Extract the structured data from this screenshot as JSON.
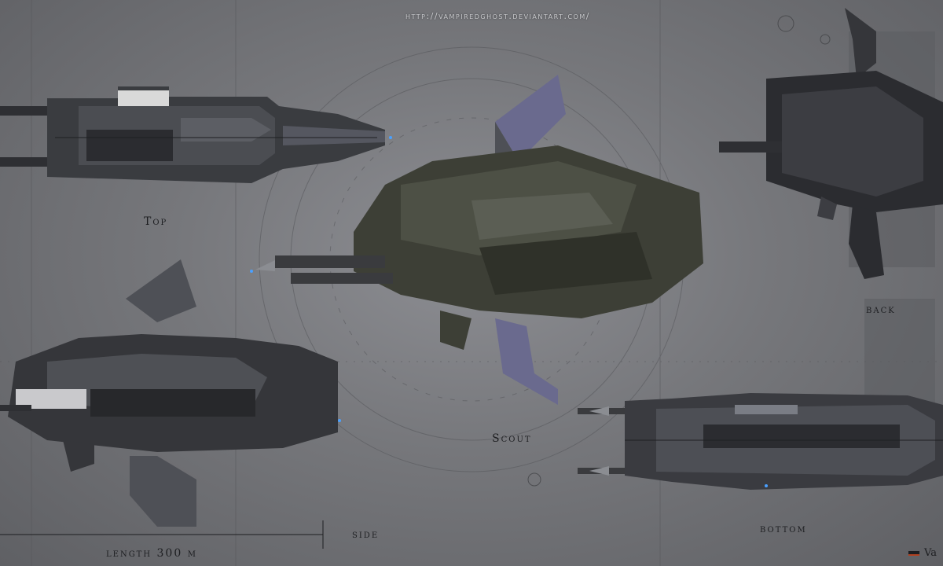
{
  "header": {
    "url_text": "http://vampiredghost.deviantart.com/"
  },
  "views": {
    "top": "Top",
    "scout": "Scout",
    "back": "back",
    "side": "side",
    "bottom": "bottom"
  },
  "scale": {
    "length_label": "length 300 m"
  },
  "signature": {
    "text": "Va"
  },
  "colors": {
    "background": "#6c6d71",
    "hull_dark": "#2a2b2e",
    "hull_mid": "#46484d",
    "hull_light": "#8a8c92",
    "panel_violet": "#6a6a8e",
    "thruster_blue": "#4aa0ff"
  }
}
